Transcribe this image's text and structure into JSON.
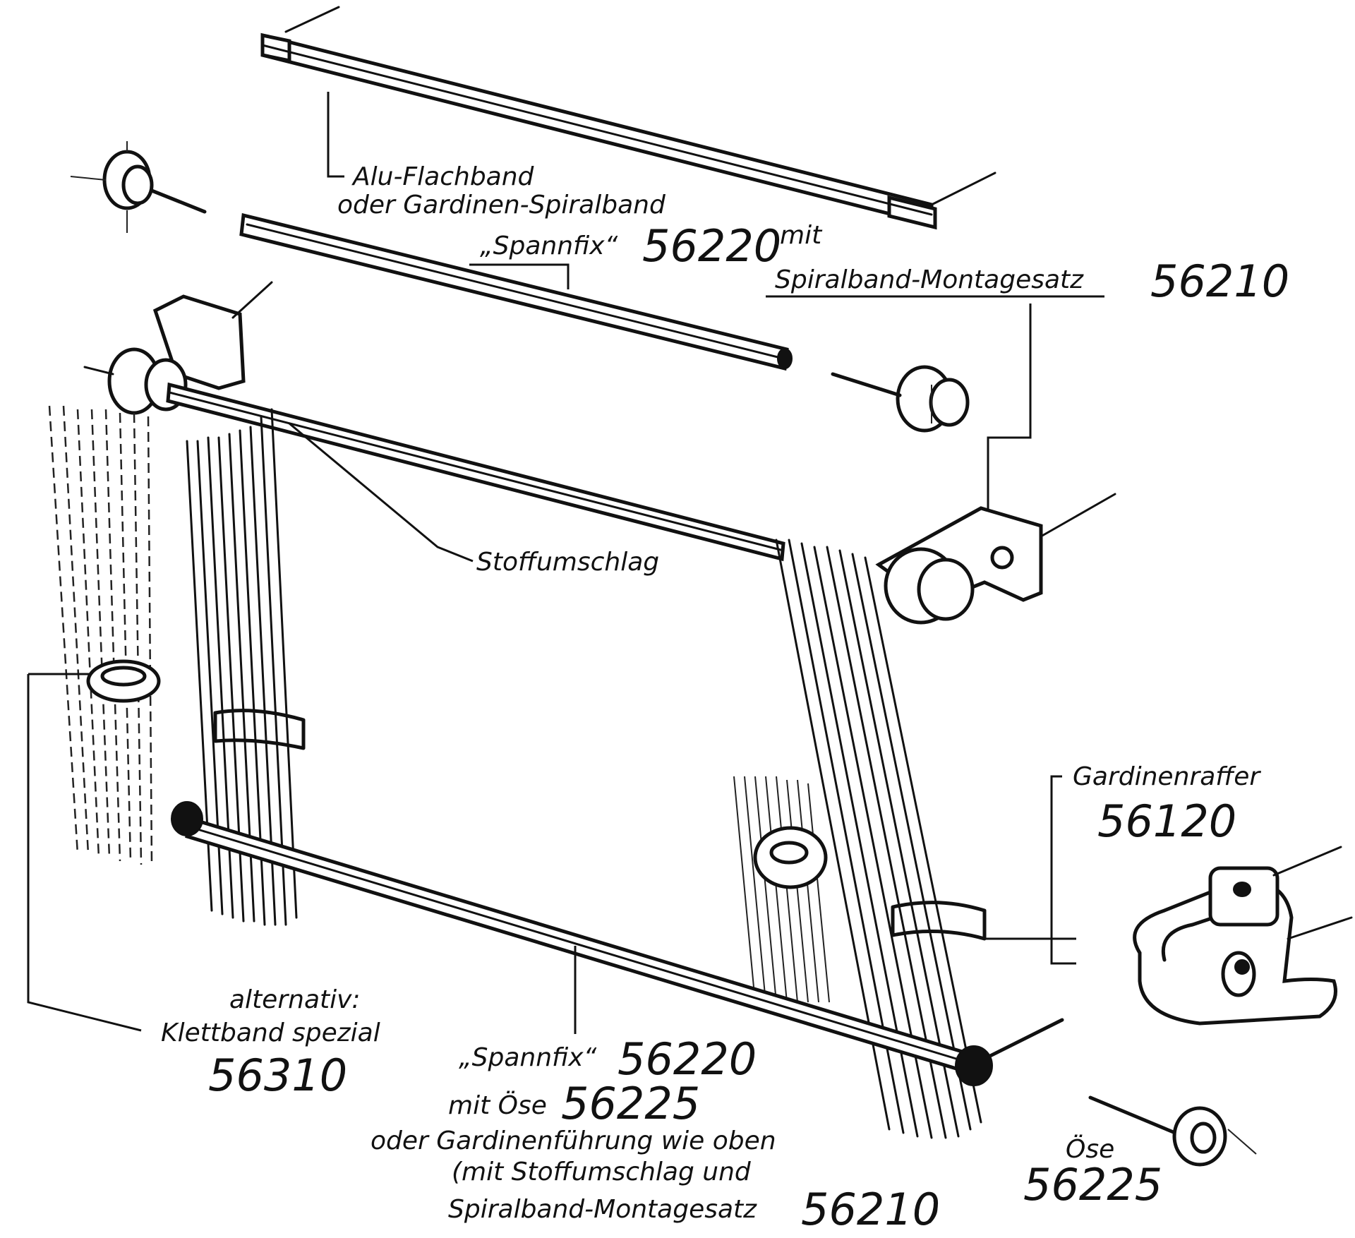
{
  "labels": {
    "alu_flachband": "Alu-Flachband",
    "gardinen_spiralband": "oder Gardinen-Spiralband",
    "spannfix_top_prefix": "„Spannfix“",
    "spannfix_top_number": "56220",
    "spannfix_top_suffix": "mit",
    "spiralband_montagesatz": "Spiralband-Montagesatz",
    "montagesatz_number": "56210",
    "stoffumschlag": "Stoffumschlag",
    "gardinenraffer": "Gardinenraffer",
    "gardinenraffer_number": "56120",
    "alternativ": "alternativ:",
    "klettband_spezial": "Klettband spezial",
    "klettband_number": "56310",
    "spannfix_bottom_prefix": "„Spannfix“",
    "spannfix_bottom_number": "56220",
    "mit_oese": "mit Öse",
    "mit_oese_number": "56225",
    "oder_gardinenfuehrung": "oder Gardinenführung wie oben",
    "mit_stoffumschlag": "(mit Stoffumschlag und",
    "spiralband_montagesatz_bottom": "Spiralband-Montagesatz",
    "montagesatz_bottom_number": "56210",
    "montagesatz_bottom_close": ")",
    "oese": "Öse",
    "oese_number": "56225"
  }
}
